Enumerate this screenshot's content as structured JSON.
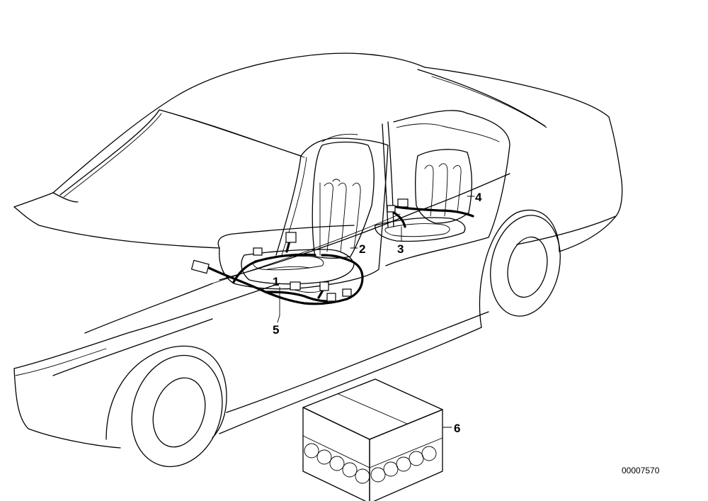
{
  "callouts": [
    {
      "id": "1",
      "label": "1"
    },
    {
      "id": "2",
      "label": "2"
    },
    {
      "id": "3",
      "label": "3"
    },
    {
      "id": "4",
      "label": "4"
    },
    {
      "id": "5",
      "label": "5"
    },
    {
      "id": "6",
      "label": "6"
    }
  ],
  "drawing_number": "00007570"
}
